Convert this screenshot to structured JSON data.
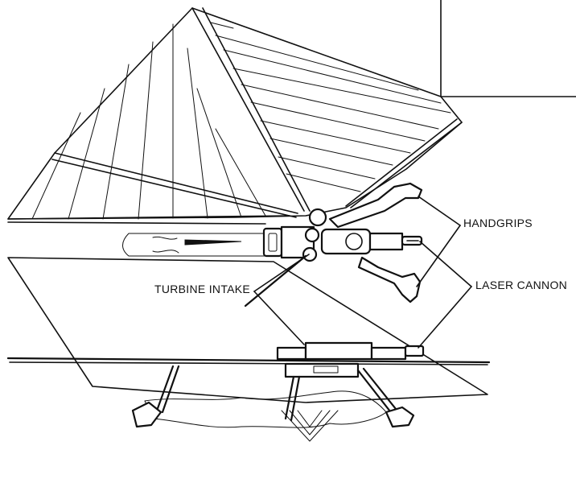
{
  "callouts": {
    "handgrips": "HANDGRIPS",
    "laser_cannon": "LASER CANNON",
    "turbine_intake": "TURBINE INTAKE"
  },
  "colors": {
    "ink": "#111111",
    "paper": "#ffffff"
  }
}
